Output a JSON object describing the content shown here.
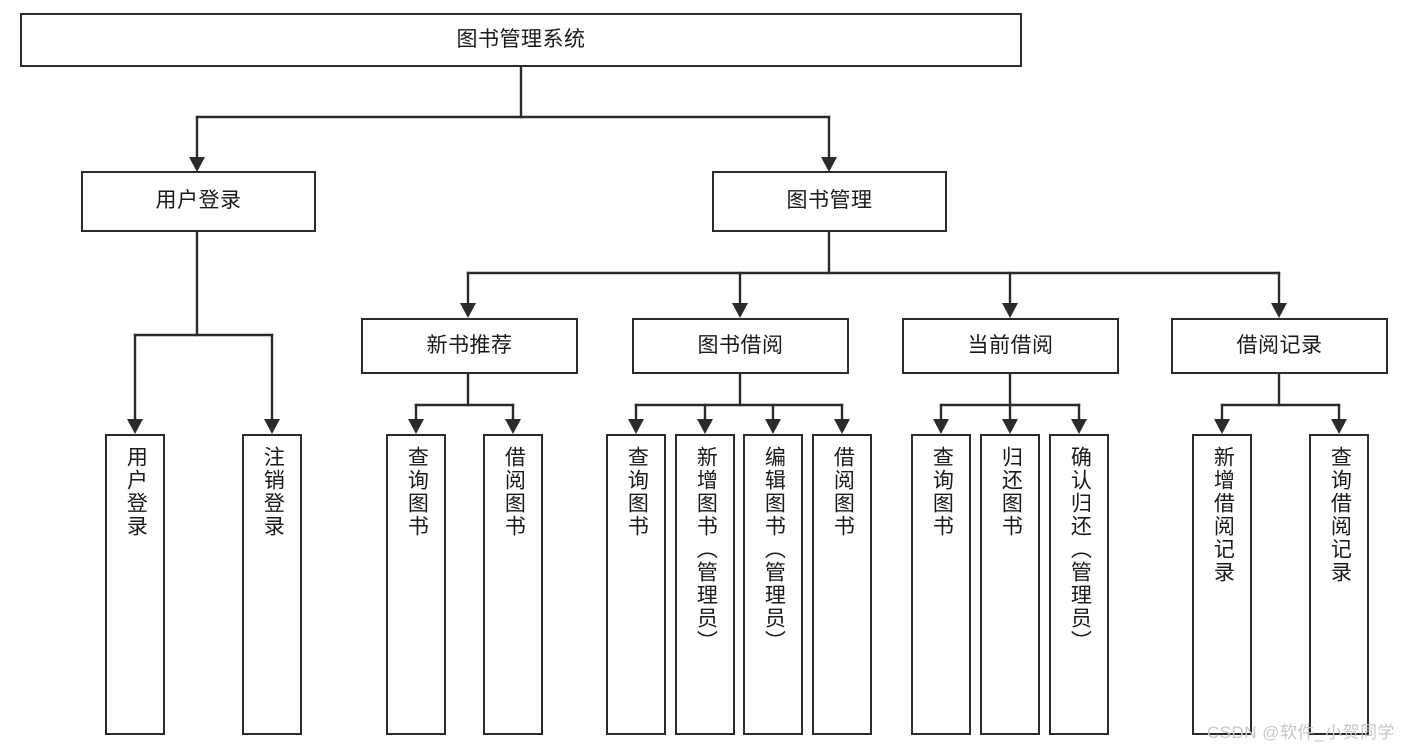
{
  "diagram": {
    "type": "tree",
    "title": "图书管理系统",
    "orientation": "top-down",
    "colors": {
      "stroke": "#2b2b2b",
      "fill": "#ffffff",
      "text": "#1a1a1a",
      "watermark": "#c7c7c7"
    },
    "root": {
      "label": "图书管理系统"
    },
    "level1": [
      {
        "label": "用户登录"
      },
      {
        "label": "图书管理"
      }
    ],
    "level2": [
      {
        "label": "新书推荐"
      },
      {
        "label": "图书借阅"
      },
      {
        "label": "当前借阅"
      },
      {
        "label": "借阅记录"
      }
    ],
    "leaves": {
      "user_login": [
        {
          "label": "用户登录"
        },
        {
          "label": "注销登录"
        }
      ],
      "new_book_recommend": [
        {
          "label": "查询图书"
        },
        {
          "label": "借阅图书"
        }
      ],
      "book_borrow": [
        {
          "label": "查询图书"
        },
        {
          "label": "新增图书（管理员）"
        },
        {
          "label": "编辑图书（管理员）"
        },
        {
          "label": "借阅图书"
        }
      ],
      "current_borrow": [
        {
          "label": "查询图书"
        },
        {
          "label": "归还图书"
        },
        {
          "label": "确认归还（管理员）"
        }
      ],
      "borrow_record": [
        {
          "label": "新增借阅记录"
        },
        {
          "label": "查询借阅记录"
        }
      ]
    }
  },
  "watermark": {
    "text": "CSDN @软件_小贺同学"
  }
}
